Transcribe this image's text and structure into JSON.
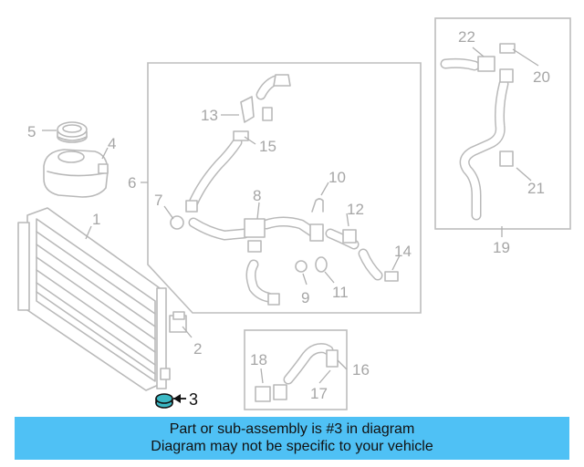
{
  "diagram": {
    "callouts": [
      "1",
      "2",
      "3",
      "4",
      "5",
      "6",
      "7",
      "8",
      "9",
      "10",
      "11",
      "12",
      "13",
      "14",
      "15",
      "16",
      "17",
      "18",
      "19",
      "20",
      "21",
      "22"
    ],
    "highlight_part": "3",
    "colors": {
      "banner": "#4fc1f5",
      "highlight": "#111111",
      "linework": "#b9b9b9"
    }
  },
  "banner": {
    "line1": "Part or sub-assembly is #3 in diagram",
    "line2": "Diagram may not be specific to your vehicle"
  }
}
